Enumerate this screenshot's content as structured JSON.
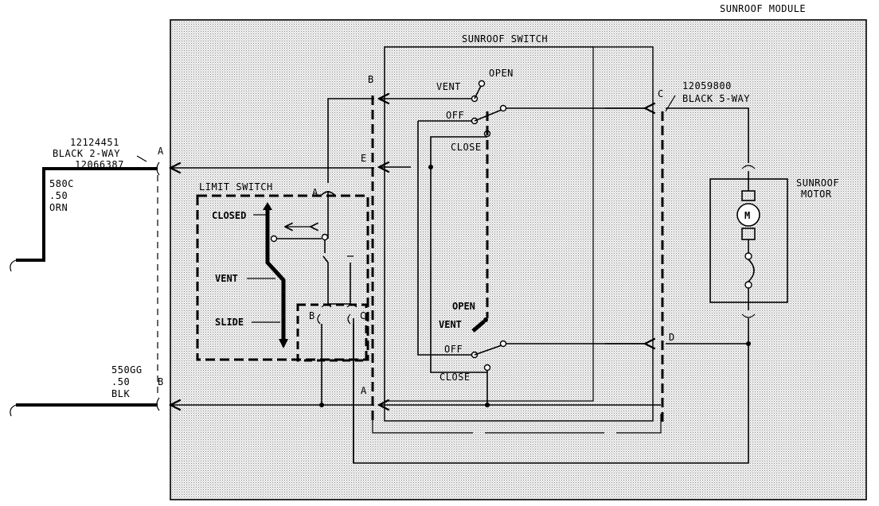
{
  "module": {
    "title": "SUNROOF MODULE"
  },
  "switch": {
    "title": "SUNROOF SWITCH",
    "upper": {
      "vent": "VENT",
      "open": "OPEN",
      "off": "OFF",
      "close": "CLOSE"
    },
    "lower": {
      "open": "OPEN",
      "vent": "VENT",
      "off": "OFF",
      "close": "CLOSE"
    }
  },
  "connector_left": {
    "part1": "12124451",
    "type": "BLACK 2-WAY",
    "part2": "12066387",
    "pin_a": "A",
    "pin_b": "B"
  },
  "connector_right": {
    "part": "12059800",
    "type": "BLACK 5-WAY",
    "pin_b": "B",
    "pin_c": "C",
    "pin_e": "E",
    "pin_a": "A",
    "pin_d": "D"
  },
  "wire_a": {
    "circuit": "580C",
    "gauge": ".50",
    "color": "ORN"
  },
  "wire_b": {
    "circuit": "550GG",
    "gauge": ".50",
    "color": "BLK"
  },
  "limit_switch": {
    "title": "LIMIT SWITCH",
    "closed": "CLOSED",
    "vent": "VENT",
    "slide": "SLIDE",
    "pin_a": "A",
    "pin_b": "B",
    "pin_c": "C"
  },
  "motor": {
    "label_line1": "SUNROOF",
    "label_line2": "MOTOR",
    "symbol": "M"
  }
}
